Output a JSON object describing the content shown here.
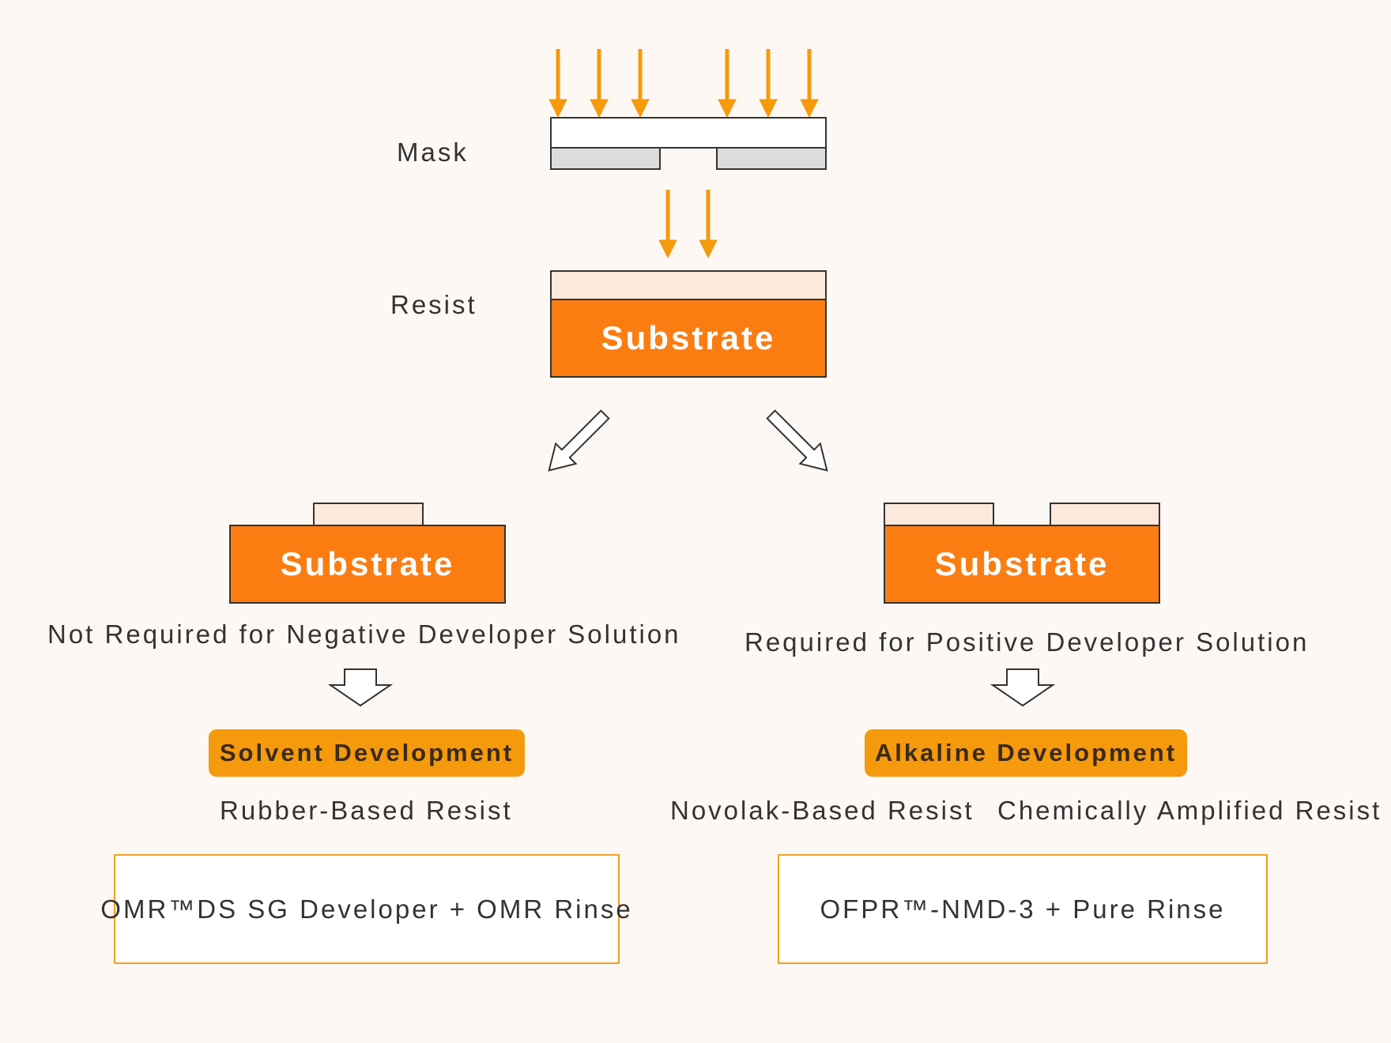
{
  "colors": {
    "background": "#fdf8f4",
    "arrow": "#f59a0c",
    "substrate": "#fb7d12",
    "resist": "#fde8dc",
    "mask_pad": "#dcdcdc",
    "pill": "#f59a0c",
    "box_border": "#f0a020"
  },
  "labels": {
    "mask": "Mask",
    "resist": "Resist"
  },
  "substrate_text": "Substrate",
  "negative": {
    "caption": "Not Required for Negative Developer Solution",
    "development": "Solvent Development",
    "resist_type": "Rubber-Based Resist",
    "product": "OMR™DS SG Developer + OMR Rinse"
  },
  "positive": {
    "caption": "Required for Positive Developer Solution",
    "development": "Alkaline Development",
    "resist_type_1": "Novolak-Based Resist",
    "resist_type_2": "Chemically Amplified Resist",
    "product": "OFPR™-NMD-3 + Pure Rinse"
  },
  "icons": {
    "exposure_arrows": "light-arrow-icon",
    "branch_left": "diagonal-arrow-left-icon",
    "branch_right": "diagonal-arrow-right-icon",
    "flow_down": "block-arrow-down-icon"
  }
}
